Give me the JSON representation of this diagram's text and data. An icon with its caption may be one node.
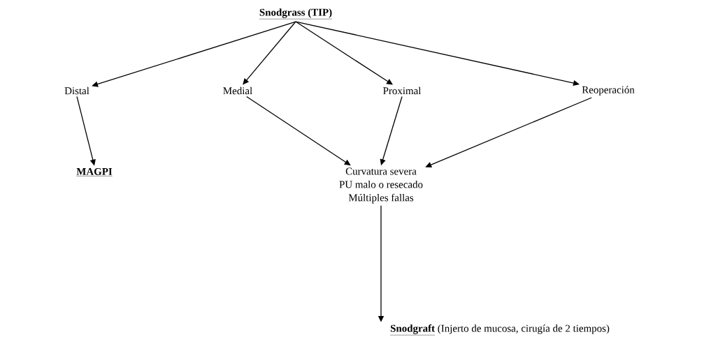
{
  "diagram": {
    "nodes": [
      {
        "text": [
          "Snodgrass (TIP)"
        ]
      },
      {
        "text": [
          "Distal"
        ]
      },
      {
        "text": [
          "Medial"
        ]
      },
      {
        "text": [
          "Proximal"
        ]
      },
      {
        "text": [
          "Reoperación"
        ]
      },
      {
        "text": [
          "MAGPI"
        ]
      },
      {
        "text": [
          "Curvatura severa",
          "PU malo o resecado",
          "Múltiples fallas"
        ]
      },
      {
        "text": [
          "Snodgraft",
          "(Injerto de mucosa, cirugía de 2 tiempos)"
        ]
      }
    ],
    "edges": [
      {
        "from": 0,
        "to": 1,
        "arrow": "to"
      },
      {
        "from": 0,
        "to": 2,
        "arrow": "to"
      },
      {
        "from": 0,
        "to": 3,
        "arrow": "to"
      },
      {
        "from": 0,
        "to": 4,
        "arrow": "to"
      },
      {
        "from": 1,
        "to": 5,
        "arrow": "to"
      },
      {
        "from": 2,
        "to": 6,
        "arrow": "to"
      },
      {
        "from": 3,
        "to": 6,
        "arrow": "to"
      },
      {
        "from": 4,
        "to": 6,
        "arrow": "to"
      },
      {
        "from": 6,
        "to": 7,
        "arrow": "to"
      }
    ]
  }
}
